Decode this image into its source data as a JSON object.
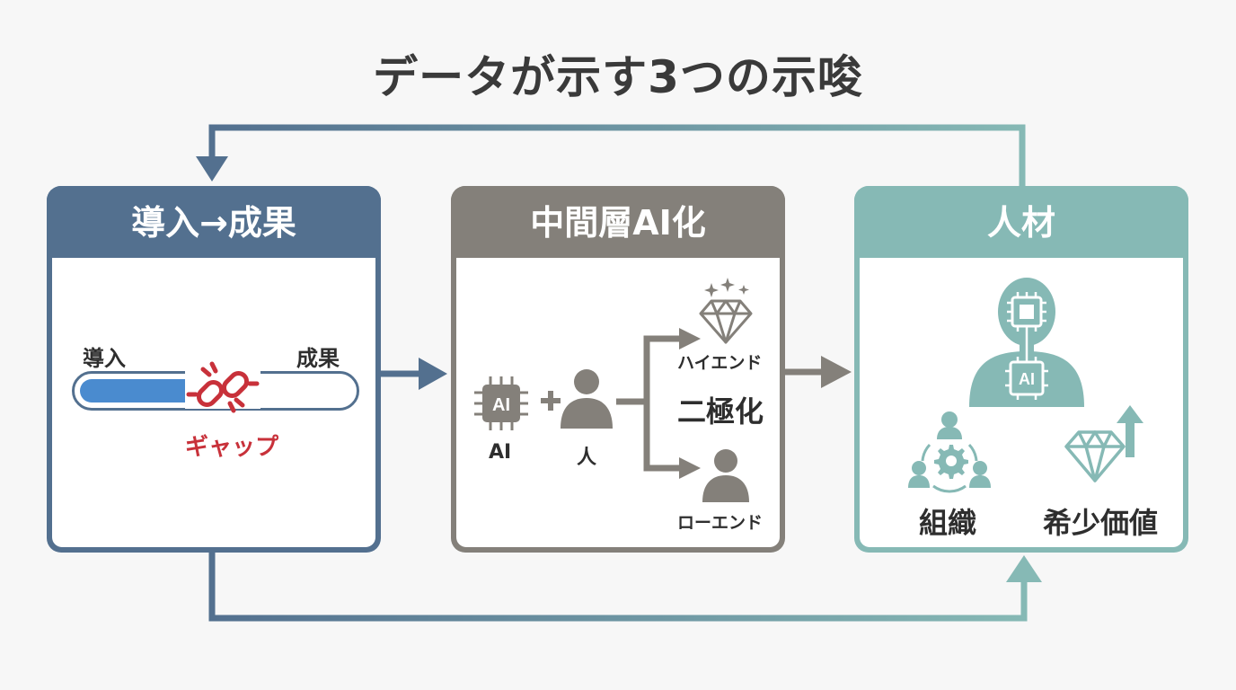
{
  "title": "データが示す3つの示唆",
  "colors": {
    "panel1": "#53708f",
    "panel2": "#84807a",
    "panel3": "#86b9b5",
    "gap": "#c8313a",
    "bar": "#4a8bcf"
  },
  "panels": [
    {
      "header": "導入→成果",
      "left_label": "導入",
      "right_label": "成果",
      "gap_label": "ギャップ",
      "icons": [
        "broken-link-icon"
      ]
    },
    {
      "header": "中間層AI化",
      "ai_chip_text": "AI",
      "ai_label": "AI",
      "person_label": "人",
      "high_label": "ハイエンド",
      "center_label": "二極化",
      "low_label": "ローエンド",
      "icons": [
        "ai-chip-icon",
        "plus-icon",
        "person-icon",
        "diamond-icon",
        "sparkle-icon",
        "person-low-icon",
        "branch-arrow-icon"
      ]
    },
    {
      "header": "人材",
      "chip_text": "AI",
      "org_label": "組織",
      "rare_label": "希少価値",
      "icons": [
        "ai-human-icon",
        "organization-icon",
        "rising-diamond-icon"
      ]
    }
  ]
}
